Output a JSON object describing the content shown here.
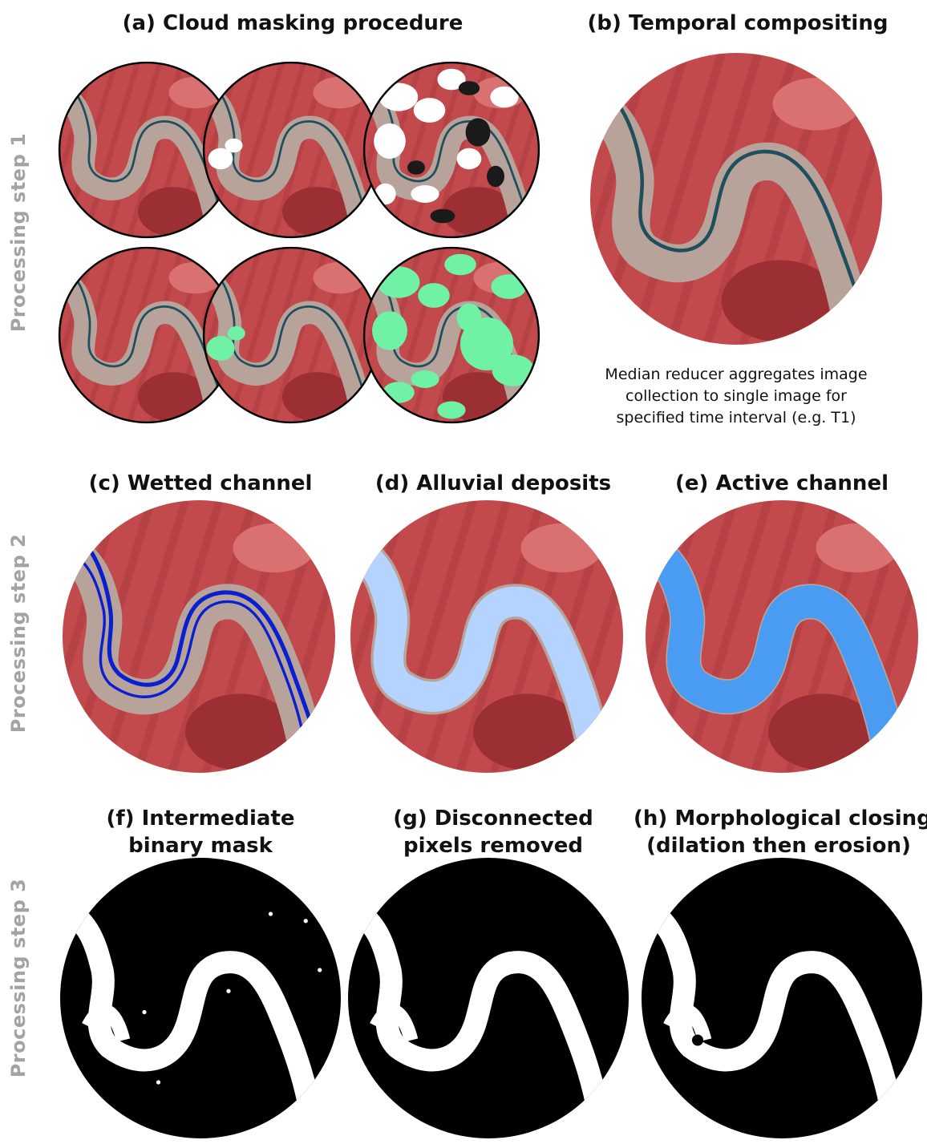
{
  "steps": {
    "step1": "Processing step 1",
    "step2": "Processing step 2",
    "step3": "Processing step 3"
  },
  "panels": {
    "a": {
      "title": "(a) Cloud masking procedure"
    },
    "b": {
      "title": "(b) Temporal compositing",
      "caption_line1": "Median reducer aggregates image",
      "caption_line2": "collection to single image for",
      "caption_line3": "specified time interval (e.g. T1)"
    },
    "c": {
      "title": "(c) Wetted channel"
    },
    "d": {
      "title": "(d) Alluvial deposits"
    },
    "e": {
      "title": "(e) Active channel"
    },
    "f": {
      "title_line1": "(f) Intermediate",
      "title_line2": "binary mask"
    },
    "g": {
      "title_line1": "(g) Disconnected",
      "title_line2": "pixels removed"
    },
    "h": {
      "title_line1": "(h) Morphological closing",
      "title_line2": "(dilation then erosion)"
    }
  },
  "colors": {
    "terrain": "#c24a4c",
    "river_bed": "#b8a39b",
    "water": "#1f4f5c",
    "cloud": "#ffffff",
    "cloud_shadow": "#1a1a1a",
    "cloud_mask": "#6ff2a6",
    "wetted_outline": "#0a1fd0",
    "alluvial": "#b5d3ff",
    "active_channel": "#4a9bf2",
    "mask_background": "#000000",
    "mask_channel": "#ffffff",
    "step_label": "#a3a3a3"
  }
}
